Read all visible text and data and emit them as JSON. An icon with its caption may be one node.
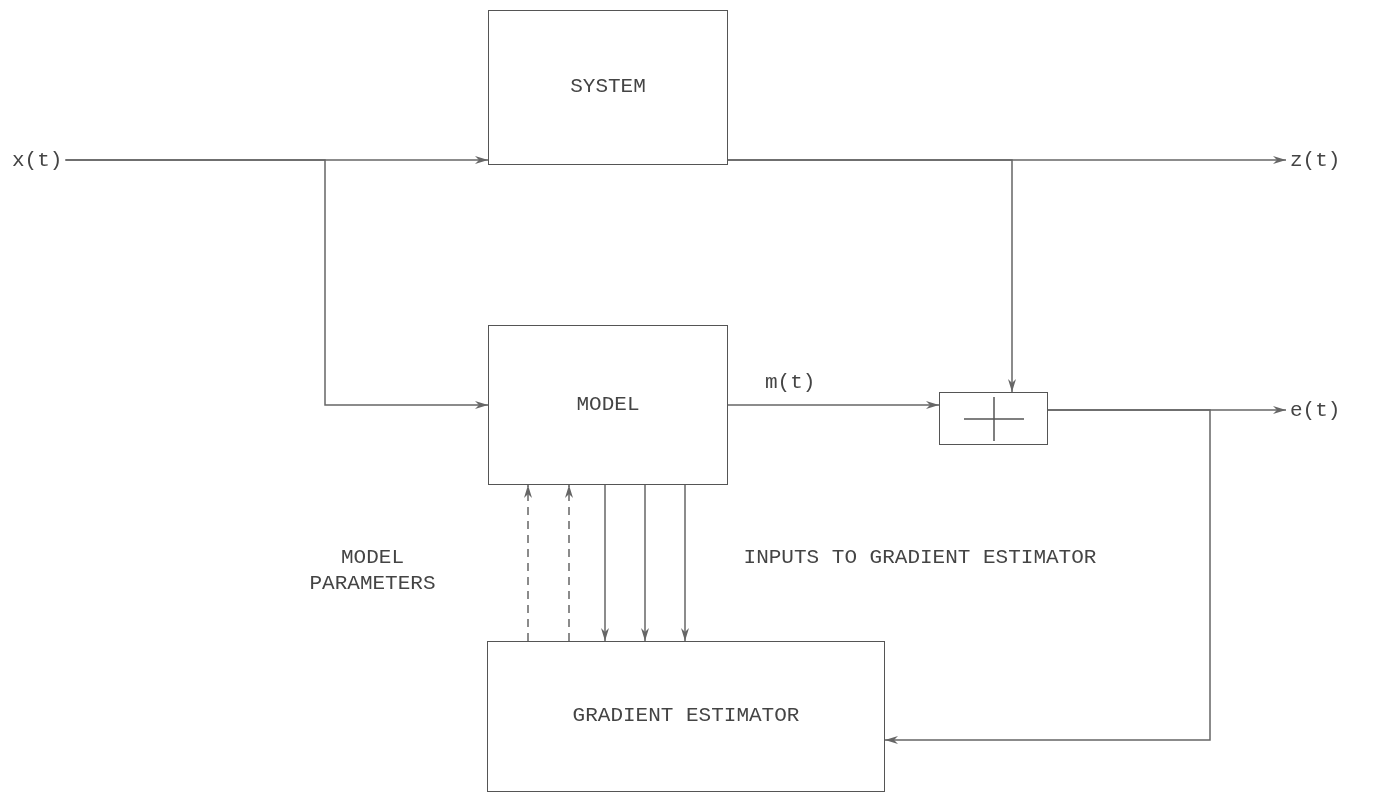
{
  "diagram": {
    "nodes": [
      {
        "text": [
          "x(t)"
        ]
      },
      {
        "text": [
          "SYSTEM"
        ]
      },
      {
        "text": [
          "z(t)"
        ]
      },
      {
        "text": [
          "MODEL"
        ]
      },
      {
        "text": [],
        "shape": "box"
      },
      {
        "text": [
          "e(t)"
        ]
      },
      {
        "text": [
          "GRADIENT ESTIMATOR"
        ]
      }
    ],
    "edges": [
      {
        "from": 0,
        "to": 1,
        "arrow": "to"
      },
      {
        "from": 0,
        "to": 3,
        "arrow": "to"
      },
      {
        "from": 1,
        "to": 2,
        "arrow": "to"
      },
      {
        "from": 1,
        "to": 4,
        "arrow": "to"
      },
      {
        "from": 3,
        "to": 4,
        "arrow": "to",
        "label": "m(t)"
      },
      {
        "from": 4,
        "to": 5,
        "arrow": "to"
      },
      {
        "from": 4,
        "to": 6,
        "arrow": "to"
      },
      {
        "from": 6,
        "to": 3,
        "arrow": "to",
        "style": "dashed"
      },
      {
        "from": 6,
        "to": 3,
        "arrow": "to",
        "style": "dashed"
      },
      {
        "from": 3,
        "to": 6,
        "arrow": "to"
      },
      {
        "from": 3,
        "to": 6,
        "arrow": "to"
      },
      {
        "from": 3,
        "to": 6,
        "arrow": "to"
      }
    ],
    "labels": [
      "MODEL PARAMETERS",
      "INPUTS TO GRADIENT ESTIMATOR"
    ]
  }
}
